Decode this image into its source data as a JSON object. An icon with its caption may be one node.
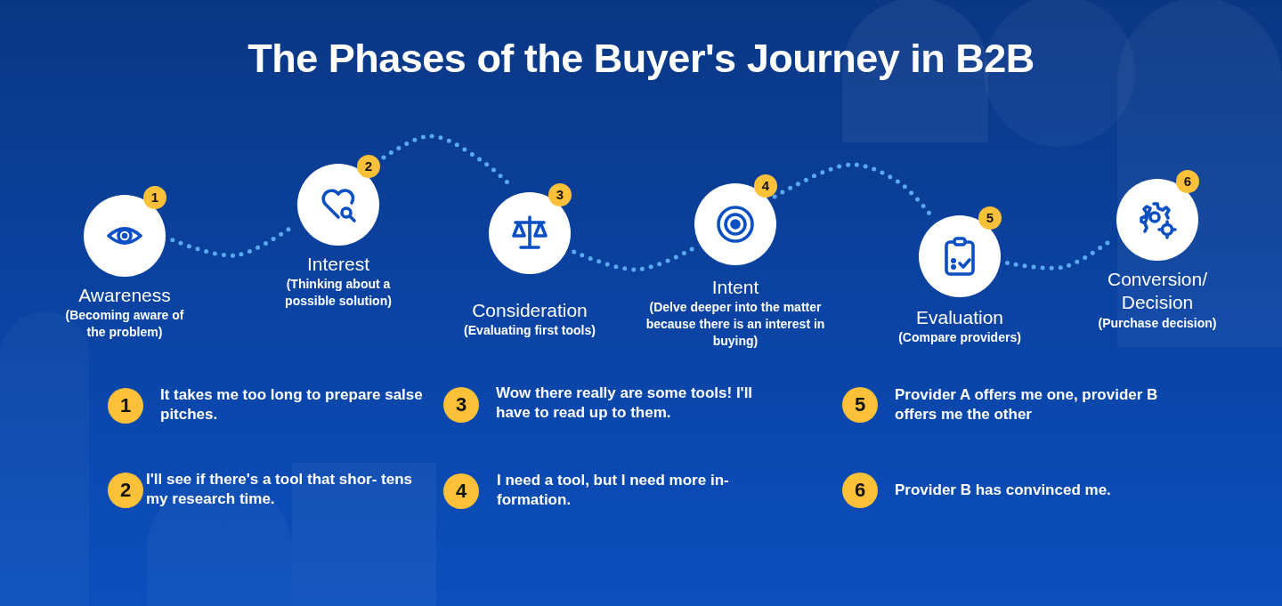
{
  "diagram": {
    "title": "The Phases of the Buyer's Journey in B2B",
    "nodes": [
      {
        "text": [
          "1",
          "Awareness",
          "(Becoming aware of the problem)"
        ]
      },
      {
        "text": [
          "2",
          "Interest",
          "(Thinking about a possible solution)"
        ]
      },
      {
        "text": [
          "3",
          "Consideration",
          "(Evaluating first tools)"
        ]
      },
      {
        "text": [
          "4",
          "Intent",
          "(Delve deeper into the matter because there is an interest in buying)"
        ]
      },
      {
        "text": [
          "5",
          "Evaluation",
          "(Compare providers)"
        ]
      },
      {
        "text": [
          "6",
          "Conversion/ Decision",
          "(Purchase decision)"
        ]
      },
      {
        "text": [
          "1"
        ],
        "beside": [
          "It takes me too long to prepare salse pitches."
        ]
      },
      {
        "text": [
          "3"
        ],
        "beside": [
          "Wow there really are some tools! I'll have to read up to them."
        ]
      },
      {
        "text": [
          "5"
        ],
        "beside": [
          "Provider A offers me one, provider B offers me the other"
        ]
      },
      {
        "text": [
          "2"
        ],
        "beside": [
          "I'll see if there's a tool that shor- tens my research time."
        ]
      },
      {
        "text": [
          "4"
        ],
        "beside": [
          "I need a tool, but I need more in- formation."
        ]
      },
      {
        "text": [
          "6"
        ],
        "beside": [
          "Provider B has convinced me."
        ]
      }
    ],
    "edges": [
      {
        "from": 0,
        "to": 1,
        "arrow": "none"
      },
      {
        "from": 1,
        "to": 2,
        "arrow": "none"
      },
      {
        "from": 2,
        "to": 3,
        "arrow": "none"
      },
      {
        "from": 3,
        "to": 4,
        "arrow": "none"
      },
      {
        "from": 4,
        "to": 5,
        "arrow": "none"
      }
    ]
  }
}
